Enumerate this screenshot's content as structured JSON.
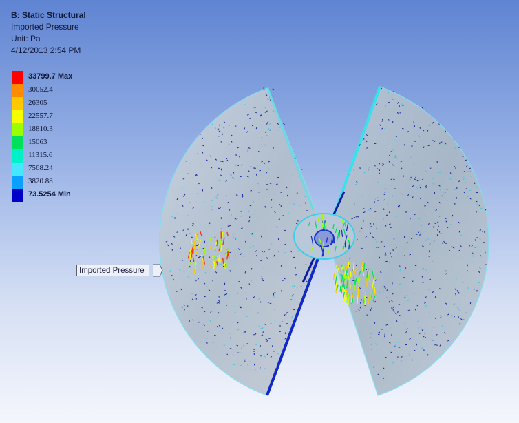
{
  "header": {
    "title": "B: Static Structural",
    "result_name": "Imported Pressure",
    "unit": "Unit: Pa",
    "timestamp": "4/12/2013 2:54 PM"
  },
  "legend": {
    "items": [
      {
        "label": "33799.7 Max",
        "color": "#ff0000",
        "bold": true
      },
      {
        "label": "30052.4",
        "color": "#ff8c00",
        "bold": false
      },
      {
        "label": "26305",
        "color": "#ffc800",
        "bold": false
      },
      {
        "label": "22557.7",
        "color": "#f5ff00",
        "bold": false
      },
      {
        "label": "18810.3",
        "color": "#9cff00",
        "bold": false
      },
      {
        "label": "15063",
        "color": "#00e05a",
        "bold": false
      },
      {
        "label": "11315.6",
        "color": "#00f0c8",
        "bold": false
      },
      {
        "label": "7568.24",
        "color": "#46e6ff",
        "bold": false
      },
      {
        "label": "3820.88",
        "color": "#0aa0ff",
        "bold": false
      },
      {
        "label": "73.5254 Min",
        "color": "#0000c8",
        "bold": true
      }
    ]
  },
  "callout": {
    "label": "Imported Pressure"
  },
  "colors": {
    "background_top": "#5f84d2",
    "background_bottom": "#f4f6fc",
    "blade_fill": "#aab8c8",
    "vector_low": "#0000c8",
    "vector_mid": "#00f0c8",
    "vector_high": "#ff0000"
  }
}
